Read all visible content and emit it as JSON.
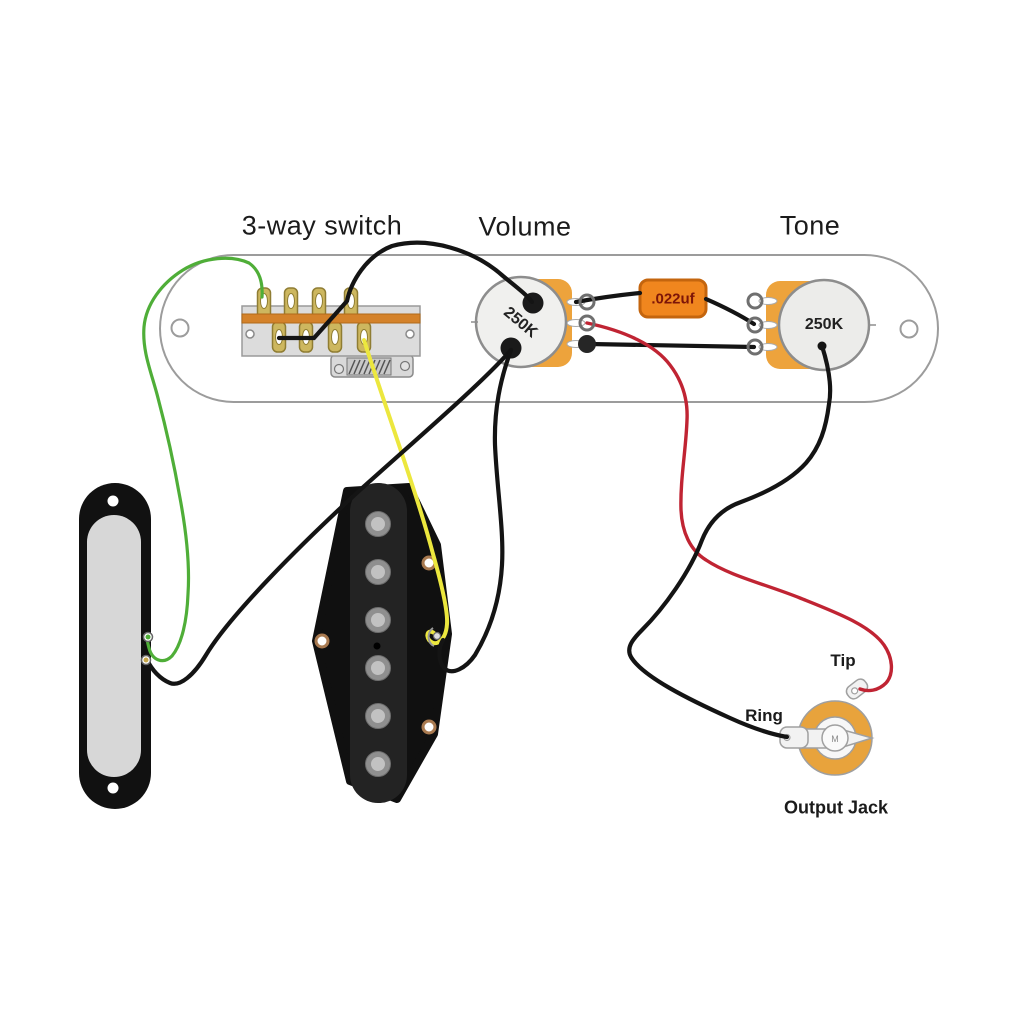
{
  "labels": {
    "switch_3way": "3-way switch",
    "volume": "Volume",
    "tone": "Tone",
    "tip": "Tip",
    "ring": "Ring",
    "output_jack": "Output Jack"
  },
  "values": {
    "volume_pot": "250K",
    "tone_pot": "250K",
    "capacitor": ".022uf",
    "jack_center": "M"
  },
  "colors": {
    "neck_hot_wire": "#4fae38",
    "bridge_hot_wire": "#ece73e",
    "output_hot_wire": "#c02433",
    "ground_wire": "#141414",
    "capacitor_body": "#f0861e",
    "capacitor_border": "#c4650e",
    "pot_body": "#eda33c",
    "switch_contact_bar": "#d4822a",
    "switch_lug_brass": "#cdb75f",
    "jack_washer": "#e8a33c",
    "plate_outline": "#9c9c9c"
  },
  "connections": [
    {
      "wire": "green",
      "from": "neck pickup",
      "to": "3-way switch top lug 1"
    },
    {
      "wire": "black",
      "from": "neck pickup",
      "to": "volume pot casing ground"
    },
    {
      "wire": "black jumper",
      "from": "3-way switch bottom lug 1",
      "to": "3-way switch top lug 4"
    },
    {
      "wire": "black",
      "from": "3-way switch top lug 4",
      "to": "volume pot face solder point"
    },
    {
      "wire": "yellow",
      "from": "bridge pickup",
      "to": "3-way switch bottom lug 4"
    },
    {
      "wire": "black",
      "from": "bridge pickup",
      "to": "volume pot casing ground"
    },
    {
      "wire": "black",
      "from": "volume pot top lug",
      "to": ".022uf capacitor"
    },
    {
      "wire": "black",
      "from": ".022uf capacitor",
      "to": "tone pot middle lug"
    },
    {
      "wire": "black",
      "from": "volume pot bottom lug",
      "to": "tone pot bottom lug"
    },
    {
      "wire": "red",
      "from": "volume pot middle lug",
      "to": "output jack tip"
    },
    {
      "wire": "black",
      "from": "tone pot casing ground",
      "to": "output jack ring"
    }
  ]
}
